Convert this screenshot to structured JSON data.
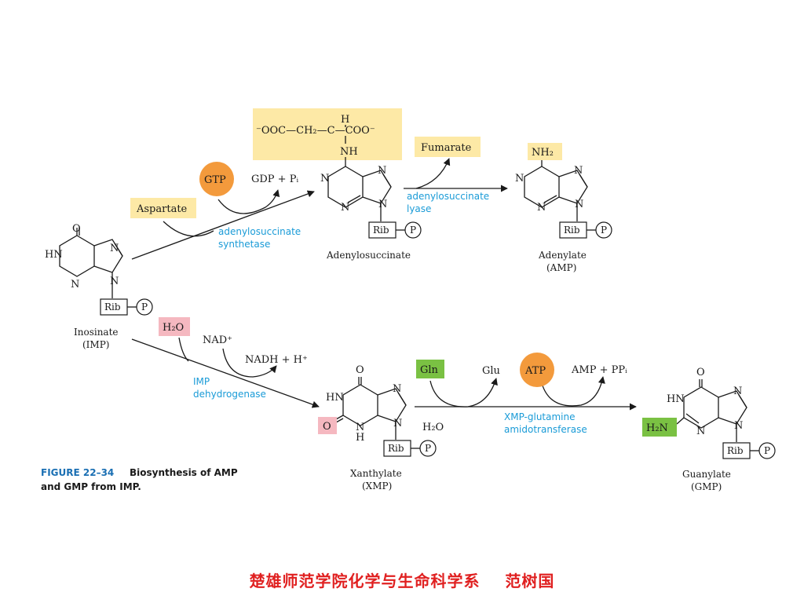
{
  "mol": {
    "imp": {
      "hn": "HN",
      "o": "O",
      "n1": "N",
      "n2": "N",
      "n3": "N",
      "rib": "Rib",
      "p": "P",
      "name": "Inosinate",
      "abbr": "(IMP)"
    },
    "adenylosuccinate": {
      "chain_left": "⁻OOC—CH₂—C—COO⁻",
      "h": "H",
      "nh": "NH",
      "n1": "N",
      "n2": "N",
      "n3": "N",
      "n4": "N",
      "rib": "Rib",
      "p": "P",
      "name": "Adenylosuccinate"
    },
    "amp": {
      "nh2": "NH₂",
      "n1": "N",
      "n2": "N",
      "n3": "N",
      "n4": "N",
      "rib": "Rib",
      "p": "P",
      "name": "Adenylate",
      "abbr": "(AMP)"
    },
    "xmp": {
      "o_top": "O",
      "hn": "HN",
      "n1": "N",
      "n2": "N",
      "nh": "N",
      "h": "H",
      "o_left": "O",
      "rib": "Rib",
      "p": "P",
      "name": "Xanthylate",
      "abbr": "(XMP)"
    },
    "gmp": {
      "o_top": "O",
      "hn": "HN",
      "n1": "N",
      "n2": "N",
      "n3": "N",
      "h2n": "H₂N",
      "rib": "Rib",
      "p": "P",
      "name": "Guanylate",
      "abbr": "(GMP)"
    }
  },
  "reagents": {
    "gtp": "GTP",
    "gdp_pi": "GDP + Pᵢ",
    "aspartate": "Aspartate",
    "fumarate": "Fumarate",
    "h2o_top": "H₂O",
    "nad": "NAD⁺",
    "nadh": "NADH + H⁺",
    "gln": "Gln",
    "glu": "Glu",
    "h2o_bottom": "H₂O",
    "atp": "ATP",
    "amp_ppi": "AMP + PPᵢ"
  },
  "enzymes": {
    "adss_1": "adenylosuccinate",
    "adss_2": "synthetase",
    "adsl_1": "adenylosuccinate",
    "adsl_2": "lyase",
    "impdh_1": "IMP",
    "impdh_2": "dehydrogenase",
    "gmps_1": "XMP-glutamine",
    "gmps_2": "amidotransferase"
  },
  "caption": {
    "figure": "FIGURE 22–34",
    "line1": "Biosynthesis of AMP",
    "line2": "and GMP from IMP."
  },
  "footer": "楚雄师范学院化学与生命科学系    范树国",
  "colors": {
    "enzyme": "#1a9bd7",
    "highlight_yellow": "#fde9a6",
    "highlight_pink": "#f5b8c0",
    "highlight_green": "#7ac143",
    "circle_orange": "#f39a3c",
    "footer": "#e02020"
  }
}
